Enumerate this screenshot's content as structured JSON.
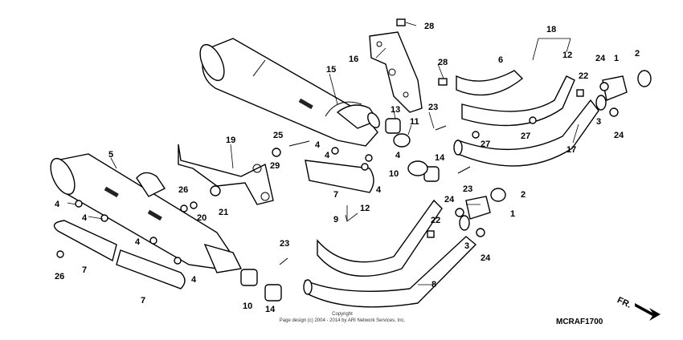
{
  "diagram_code": "MCRAF1700",
  "direction_label": "FR.",
  "copyright_line1": "Copyright",
  "copyright_line2": "Page design (c) 2004 - 2014 by ARI Network Services, Inc.",
  "callouts": [
    "28",
    "16",
    "28",
    "18",
    "12",
    "6",
    "24",
    "1",
    "2",
    "22",
    "15",
    "13",
    "23",
    "11",
    "3",
    "24",
    "27",
    "27",
    "17",
    "25",
    "4",
    "4",
    "29",
    "19",
    "5",
    "4",
    "14",
    "10",
    "4",
    "7",
    "23",
    "2",
    "24",
    "1",
    "22",
    "3",
    "24",
    "12",
    "9",
    "26",
    "20",
    "21",
    "4",
    "4",
    "4",
    "7",
    "26",
    "4",
    "7",
    "23",
    "10",
    "14",
    "8"
  ]
}
